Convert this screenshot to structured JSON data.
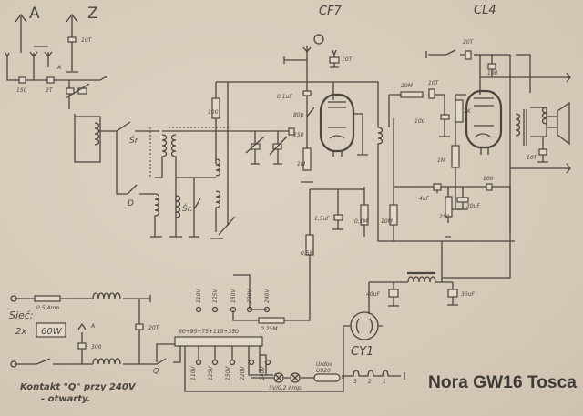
{
  "title": "Nora GW16 Tosca",
  "tubes": {
    "v1": "CF7",
    "v2": "CL4",
    "v3": "CY1"
  },
  "antenna": {
    "a": "A",
    "z": "Z",
    "cap_z": "10T",
    "cap1": "150",
    "cap2": "2T",
    "a_small": "A"
  },
  "input": {
    "r_100": "100",
    "switch_sr1": "Śr",
    "switch_sr2": "Śr.",
    "switch_d": "D"
  },
  "cf7_stage": {
    "c_01": "0,1uF",
    "c_80p": "80p",
    "c_150": "150",
    "r_1m": "1M",
    "c_10t": "10T",
    "c_15": "1,5uF",
    "r_05m": "0,5M",
    "r_01m": "0,1M",
    "r_10m": "10M"
  },
  "cl4_stage": {
    "r_20m": "20M",
    "c_10t": "10T",
    "c_100": "100",
    "r_1m": "1M",
    "r_1k": "1K",
    "c_20t": "20T",
    "c_100b": "100",
    "c_10tb": "10T",
    "c_4uf": "4uF",
    "r_250": "250",
    "c_30uf": "30uF",
    "c_100c": "100"
  },
  "power": {
    "mains": "Sieć:",
    "lamp": "2x",
    "lamp_power": "60W",
    "fuse": "0,5 Amp",
    "a_mark": "A",
    "c_300": "300",
    "c_20t": "20T",
    "tap_chain": "80+95+75+115+350",
    "r_025m": "0,25M",
    "upper_taps": [
      "110V",
      "125V",
      "150V",
      "220V",
      "240V"
    ],
    "lower_taps": [
      "110V",
      "125V",
      "150V",
      "220V",
      "240V"
    ],
    "pilot_lamps": "5V/0,2 Amp.",
    "urdox": "Urdox",
    "urdox_type": "U920",
    "filaments": [
      "3",
      "2",
      "1"
    ],
    "c_40uf": "40uF",
    "c_30uf": "30uF",
    "contact_q": "Q",
    "note_line1": "Kontakt \"Q\" przy 240V",
    "note_line2": "- otwarty."
  }
}
